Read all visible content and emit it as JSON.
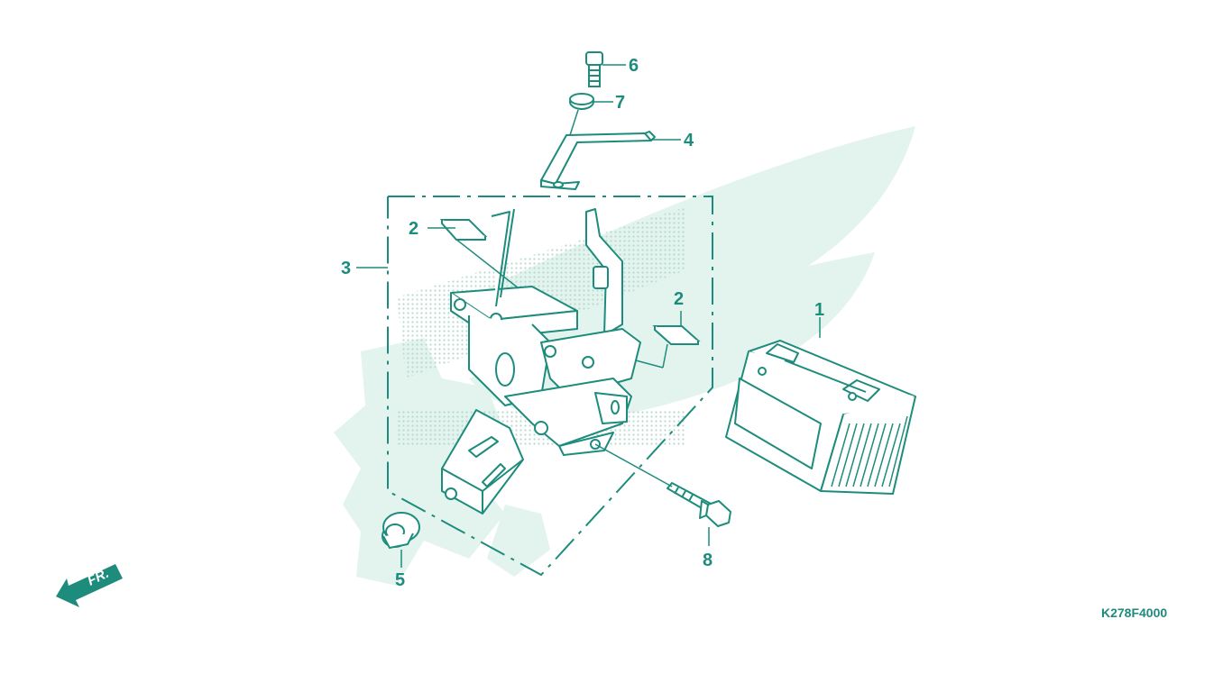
{
  "diagram": {
    "colors": {
      "line": "#1e8c7c",
      "watermark": "#e3f4ef",
      "dots": "#b9d9d0"
    },
    "callouts": [
      {
        "id": "1",
        "label": "1"
      },
      {
        "id": "2a",
        "label": "2"
      },
      {
        "id": "2b",
        "label": "2"
      },
      {
        "id": "3",
        "label": "3"
      },
      {
        "id": "4",
        "label": "4"
      },
      {
        "id": "5",
        "label": "5"
      },
      {
        "id": "6",
        "label": "6"
      },
      {
        "id": "7",
        "label": "7"
      },
      {
        "id": "8",
        "label": "8"
      }
    ],
    "front_arrow_label": "FR.",
    "diagram_code": "K278F4000",
    "watermark_icon": "wing-logo-watermark-icon"
  }
}
